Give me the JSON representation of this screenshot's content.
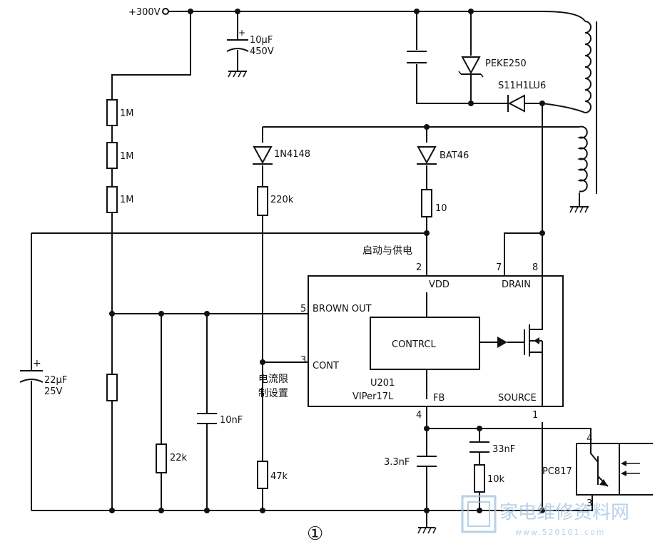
{
  "supply": {
    "voltage_label": "+300V"
  },
  "capacitors": {
    "c_bulk": {
      "value": "10μF",
      "voltage": "450V"
    },
    "c_vdd": {
      "value": "22μF",
      "voltage": "25V"
    },
    "c_bo": {
      "value": "10nF"
    },
    "c_fb": {
      "value": "3.3nF"
    },
    "c_comp": {
      "value": "33nF"
    }
  },
  "resistors": {
    "r1": "1M",
    "r2": "1M",
    "r3": "1M",
    "r_bo_low": "22k",
    "r_cont_high": "220k",
    "r_cont_low": "47k",
    "r_vdd": "10",
    "r_comp": "10k"
  },
  "diodes": {
    "tvs": "PEKE250",
    "clamp": "S11H1LU6",
    "d_aux": "1N4148",
    "d_vdd": "BAT46"
  },
  "ic": {
    "ref": "U201",
    "part": "VIPer17L",
    "block_label": "CONTRCL",
    "pins": [
      {
        "num": "2",
        "name": "VDD"
      },
      {
        "num": "7",
        "name": "DRAIN"
      },
      {
        "num": "8",
        "name": ""
      },
      {
        "num": "5",
        "name": "BROWN OUT"
      },
      {
        "num": "3",
        "name": "CONT"
      },
      {
        "num": "4",
        "name": "FB"
      },
      {
        "num": "1",
        "name": "SOURCE"
      }
    ]
  },
  "optocoupler": {
    "ref": "PC817",
    "pin_top": "4",
    "pin_bottom": "3"
  },
  "annotations": {
    "startup": "启动与供电",
    "current_limit_line1": "电流限",
    "current_limit_line2": "制设置"
  },
  "figure_number": "①",
  "watermark": {
    "text": "家电维修资料网",
    "url": "www.520101.com"
  }
}
